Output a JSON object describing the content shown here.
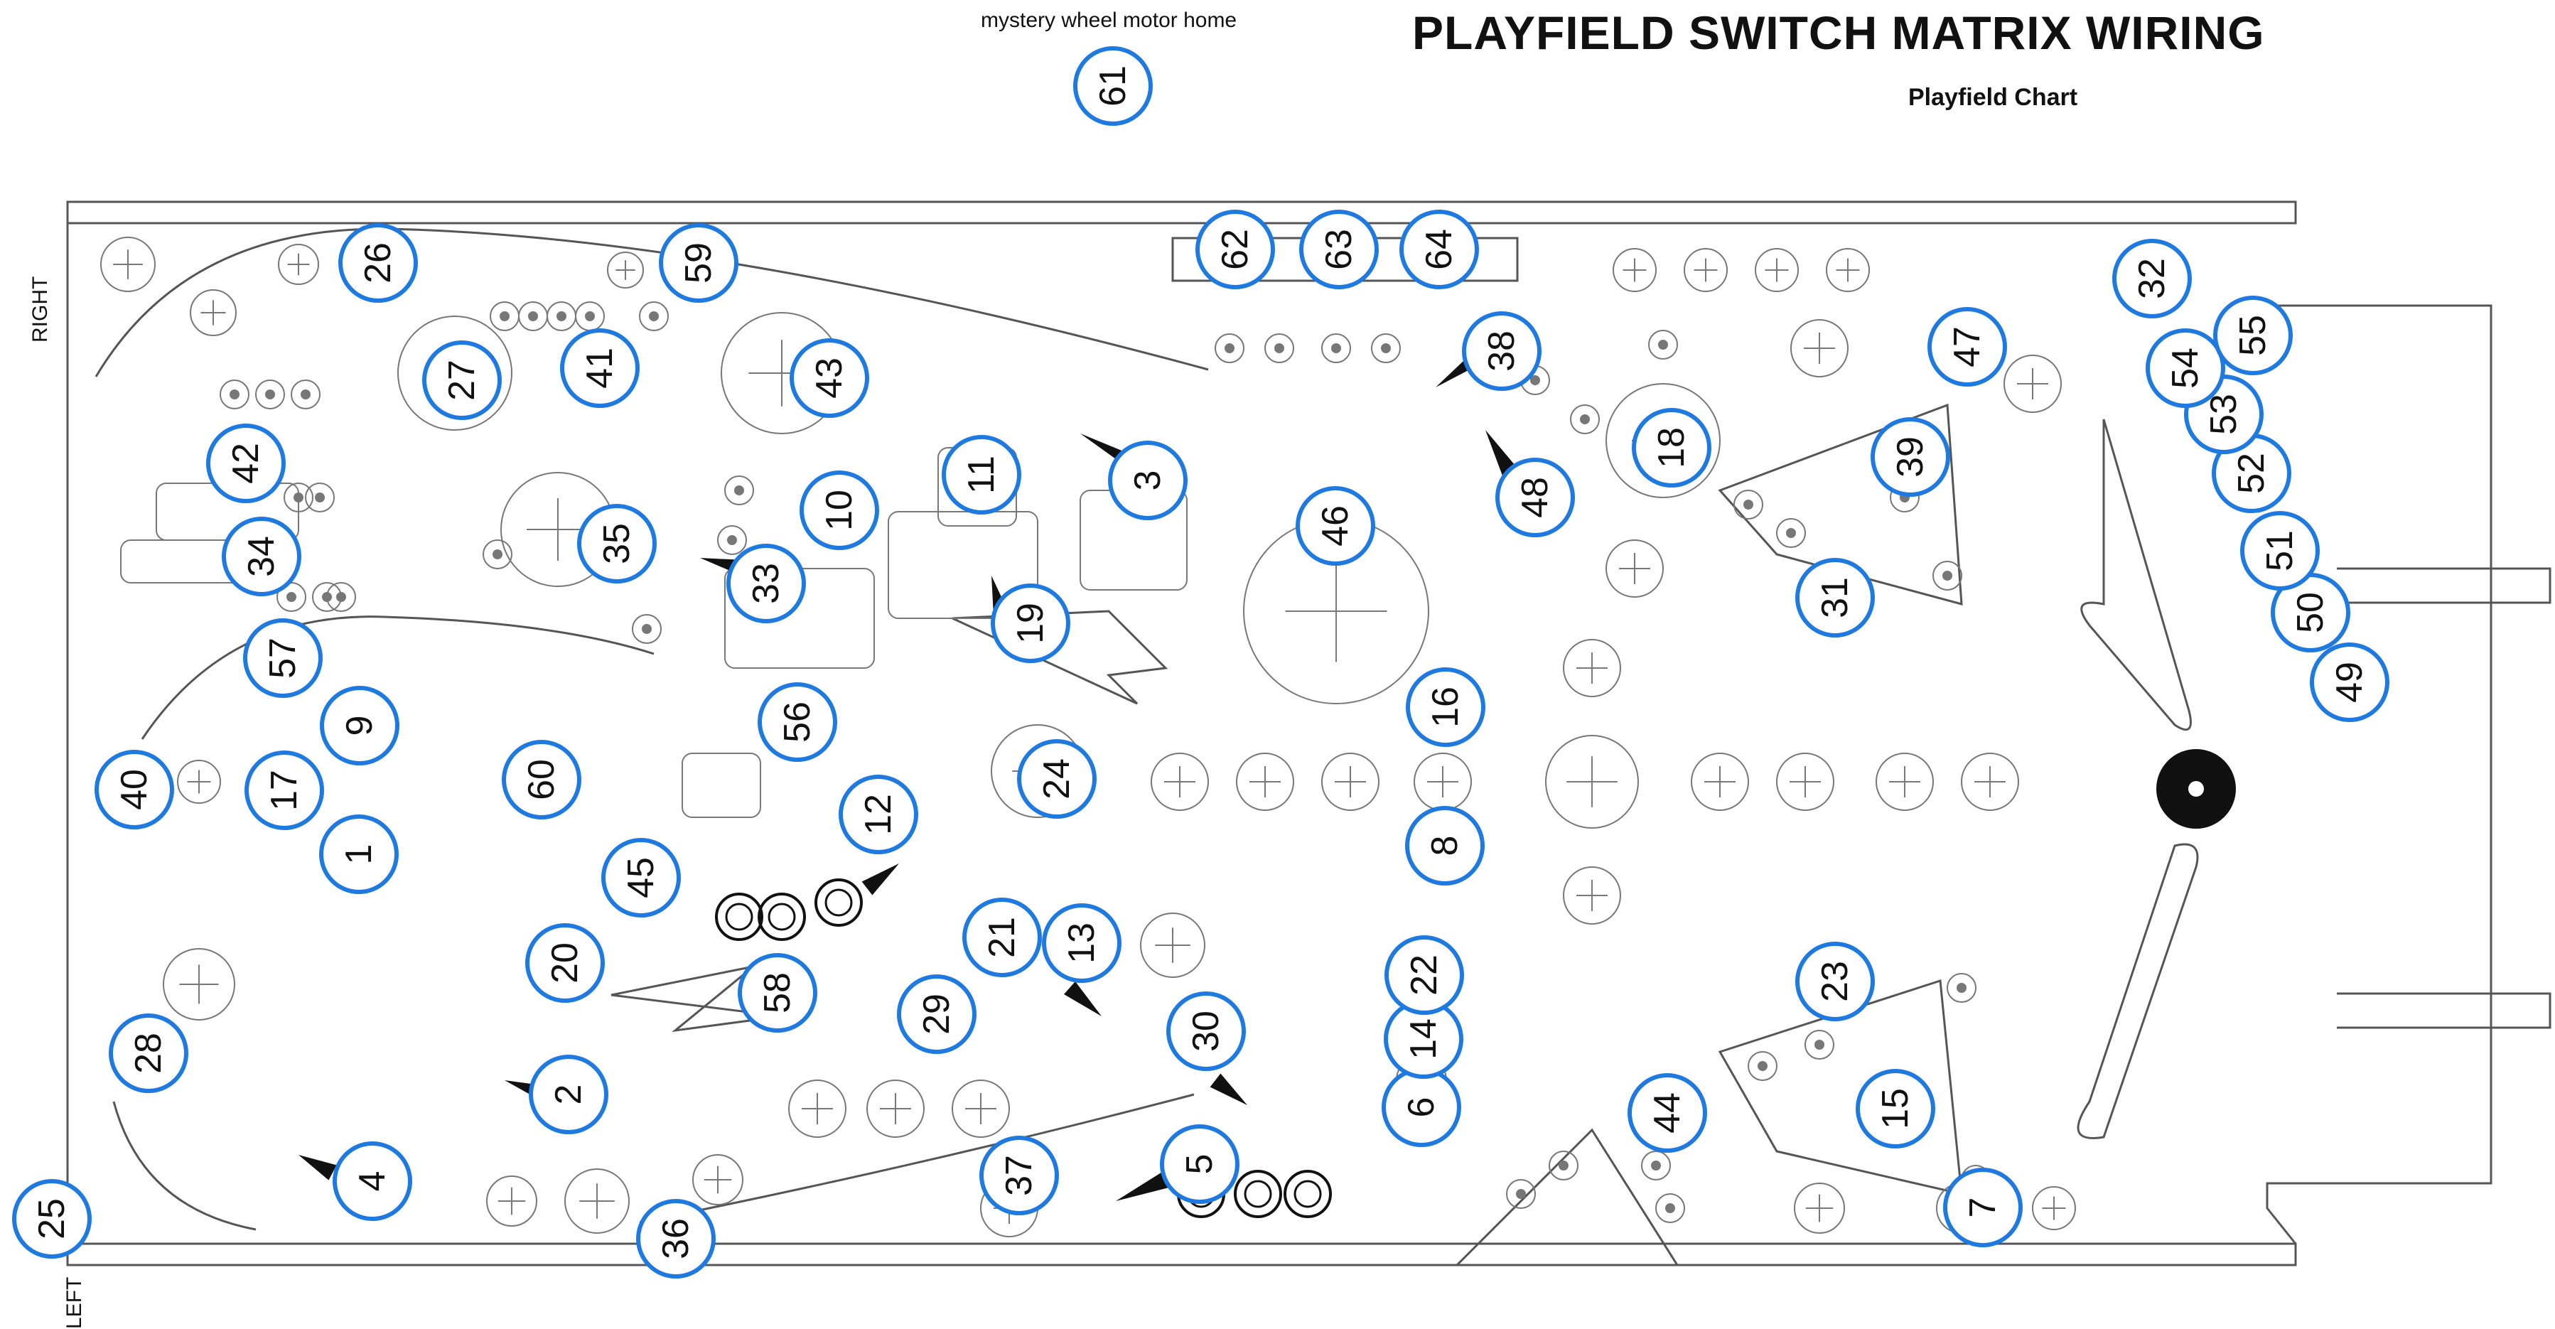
{
  "header": {
    "title": "PLAYFIELD SWITCH MATRIX WIRING",
    "subtitle": "Playfield Chart",
    "note": "mystery wheel motor home"
  },
  "orientation": {
    "right": "RIGHT",
    "left": "LEFT"
  },
  "colors": {
    "badge_stroke": "#1e7ae0",
    "line": "#555555",
    "ink": "#111111"
  },
  "switches": [
    "1",
    "2",
    "3",
    "4",
    "5",
    "6",
    "7",
    "8",
    "9",
    "10",
    "11",
    "12",
    "13",
    "14",
    "15",
    "16",
    "17",
    "18",
    "19",
    "20",
    "21",
    "22",
    "23",
    "24",
    "25",
    "26",
    "27",
    "28",
    "29",
    "30",
    "31",
    "32",
    "33",
    "34",
    "35",
    "36",
    "37",
    "38",
    "39",
    "40",
    "41",
    "42",
    "43",
    "44",
    "45",
    "46",
    "47",
    "48",
    "49",
    "50",
    "51",
    "52",
    "53",
    "54",
    "55",
    "56",
    "57",
    "58",
    "59",
    "60",
    "61",
    "62",
    "63",
    "64"
  ]
}
